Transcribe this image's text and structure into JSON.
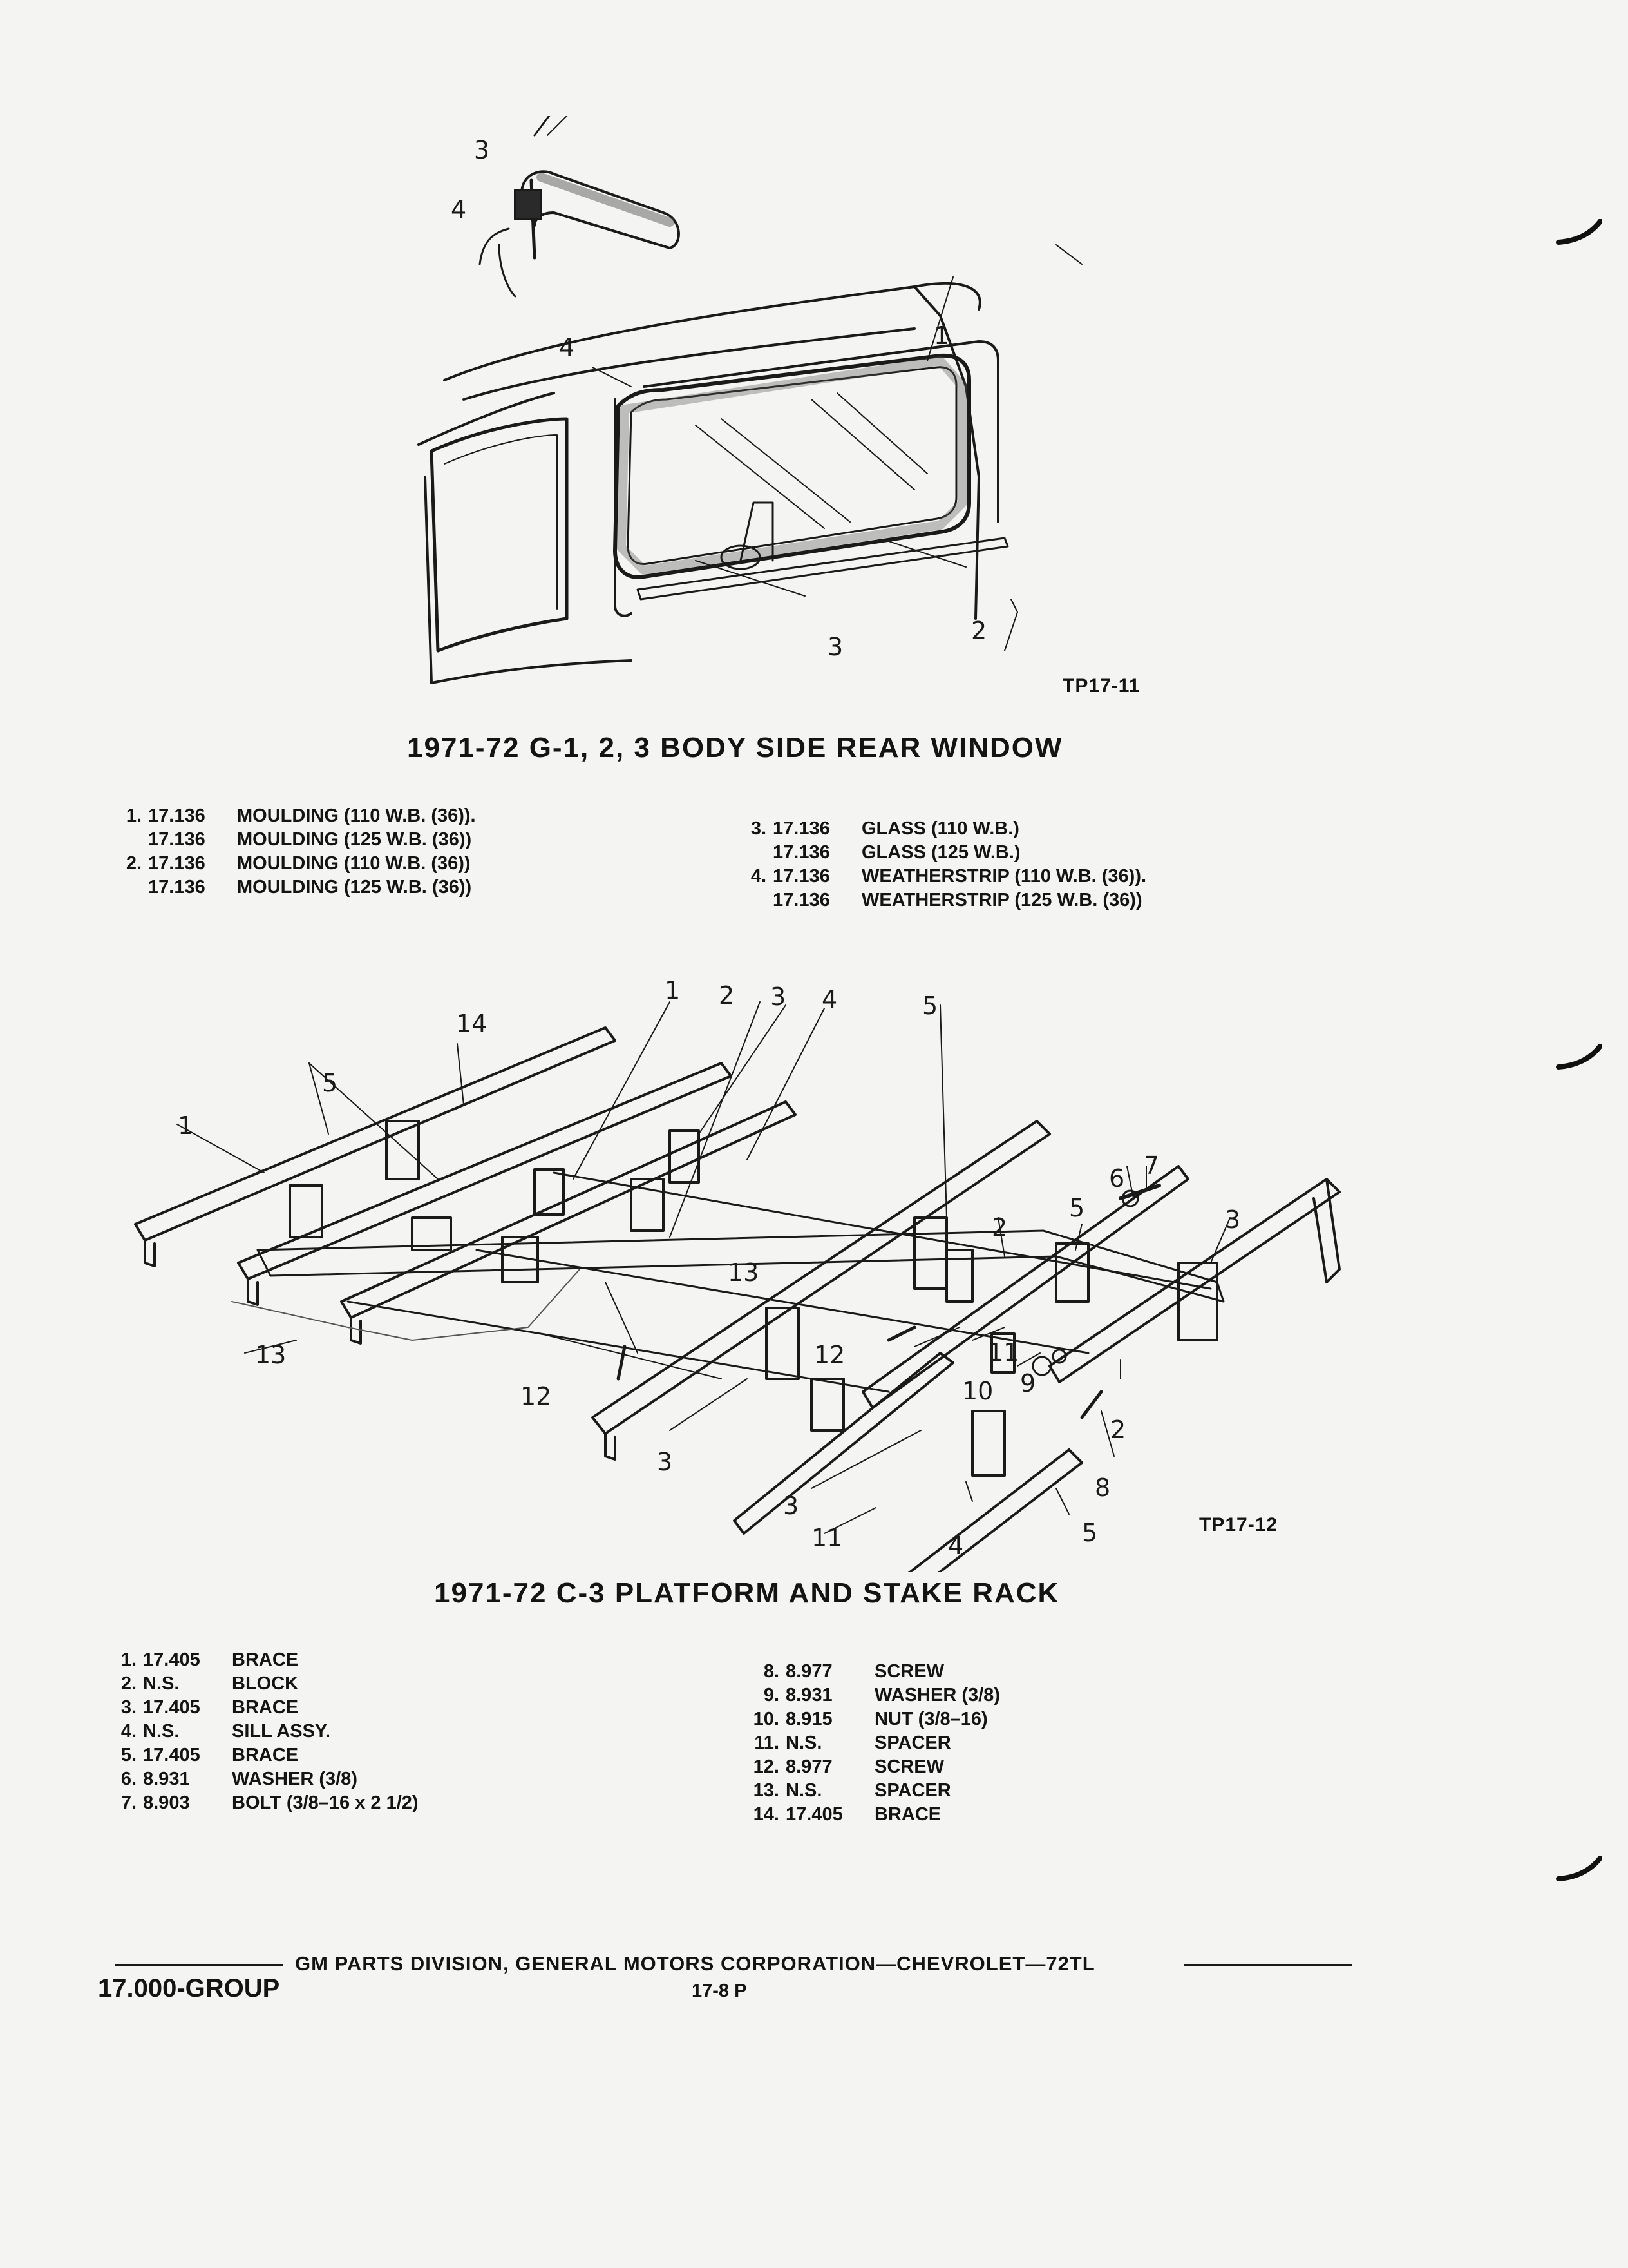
{
  "figure1": {
    "ref": "TP17-11",
    "title": "1971-72 G-1, 2, 3 BODY SIDE REAR WINDOW",
    "callouts": {
      "c1": "1",
      "c2": "2",
      "c3": "3",
      "c3b": "3",
      "c4": "4",
      "c4b": "4"
    },
    "parts_left": [
      {
        "no": "1.",
        "group": "17.136",
        "desc": "MOULDING (110 W.B. (36))."
      },
      {
        "no": "",
        "group": "17.136",
        "desc": "MOULDING (125 W.B. (36))"
      },
      {
        "no": "2.",
        "group": "17.136",
        "desc": "MOULDING (110 W.B. (36))"
      },
      {
        "no": "",
        "group": "17.136",
        "desc": "MOULDING (125 W.B. (36))"
      }
    ],
    "parts_right": [
      {
        "no": "3.",
        "group": "17.136",
        "desc": "GLASS (110 W.B.)"
      },
      {
        "no": "",
        "group": "17.136",
        "desc": "GLASS (125 W.B.)"
      },
      {
        "no": "4.",
        "group": "17.136",
        "desc": "WEATHERSTRIP (110 W.B. (36))."
      },
      {
        "no": "",
        "group": "17.136",
        "desc": "WEATHERSTRIP (125 W.B. (36))"
      }
    ]
  },
  "figure2": {
    "ref": "TP17-12",
    "title": "1971-72 C-3 PLATFORM AND STAKE RACK",
    "callouts": {
      "a1": "1",
      "a2": "2",
      "a3": "3",
      "a4": "4",
      "a5": "5",
      "a14": "14",
      "b1": "1",
      "b5": "5",
      "b13": "13",
      "b13b": "13",
      "b12": "12",
      "c12": "12",
      "c11": "11",
      "c10": "10",
      "c9": "9",
      "c2": "2",
      "c2b": "2",
      "c5": "5",
      "c6": "6",
      "c7": "7",
      "c3": "3",
      "c8": "8",
      "d3": "3",
      "d3b": "3",
      "d11": "11",
      "d4": "4",
      "d5": "5"
    },
    "parts_left": [
      {
        "no": "1.",
        "group": "17.405",
        "desc": "BRACE"
      },
      {
        "no": "2.",
        "group": "N.S.",
        "desc": "BLOCK"
      },
      {
        "no": "3.",
        "group": "17.405",
        "desc": "BRACE"
      },
      {
        "no": "4.",
        "group": "N.S.",
        "desc": "SILL ASSY."
      },
      {
        "no": "5.",
        "group": "17.405",
        "desc": "BRACE"
      },
      {
        "no": "6.",
        "group": "8.931",
        "desc": "WASHER (3/8)"
      },
      {
        "no": "7.",
        "group": "8.903",
        "desc": "BOLT (3/8–16 x 2 1/2)"
      }
    ],
    "parts_right": [
      {
        "no": "8.",
        "group": "8.977",
        "desc": "SCREW"
      },
      {
        "no": "9.",
        "group": "8.931",
        "desc": "WASHER (3/8)"
      },
      {
        "no": "10.",
        "group": "8.915",
        "desc": "NUT (3/8–16)"
      },
      {
        "no": "11.",
        "group": "N.S.",
        "desc": "SPACER"
      },
      {
        "no": "12.",
        "group": "8.977",
        "desc": "SCREW"
      },
      {
        "no": "13.",
        "group": "N.S.",
        "desc": "SPACER"
      },
      {
        "no": "14.",
        "group": "17.405",
        "desc": "BRACE"
      }
    ]
  },
  "footer": {
    "group": "17.000-GROUP",
    "text": "GM PARTS DIVISION, GENERAL MOTORS CORPORATION—CHEVROLET—72TL",
    "page": "17-8 P"
  }
}
